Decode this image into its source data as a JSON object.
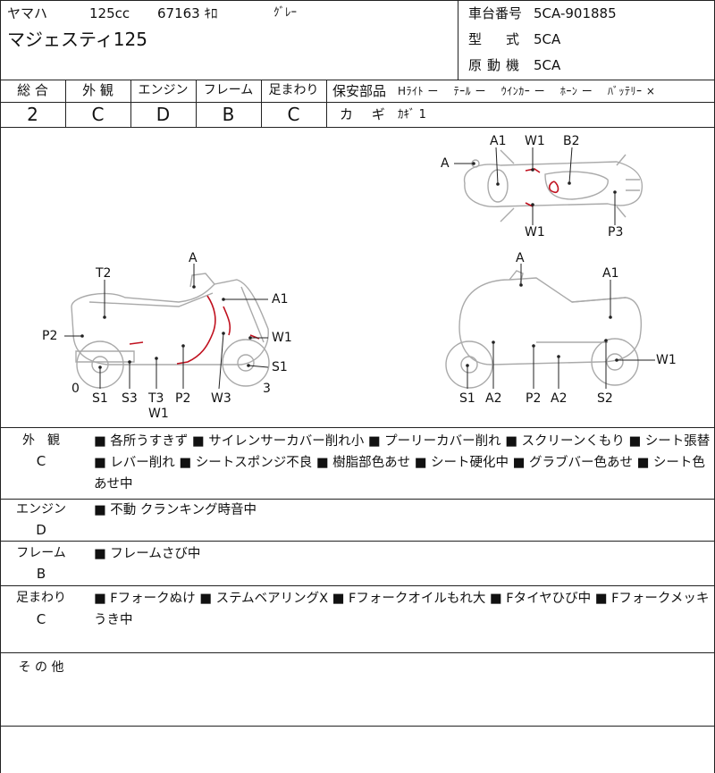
{
  "header": {
    "maker": "ヤマハ",
    "cc": "125cc",
    "mileage": "67163 ｷﾛ",
    "color": "ｸﾞﾚｰ",
    "model_name": "マジェスティ125",
    "frame_no_label": "車台番号",
    "frame_no": "5CA-901885",
    "type_label": "型　式",
    "type": "5CA",
    "engine_label": "原動機",
    "engine": "5CA"
  },
  "grades": {
    "overall_label": "総 合",
    "overall": "2",
    "exterior_label": "外 観",
    "exterior": "C",
    "engine_label": "エンジン",
    "engine": "D",
    "frame_label": "フレーム",
    "frame": "B",
    "suspension_label": "足まわり",
    "suspension": "C"
  },
  "safety": {
    "label": "保安部品",
    "items": "Hﾗｲﾄ ー　 ﾃｰﾙ ー　 ｳｲﾝｶｰ ー　 ﾎｰﾝ ー　 ﾊﾞｯﾃﾘｰ ×",
    "key_label": "カ ギ",
    "key_value": "ｶｷﾞ 1"
  },
  "diagram": {
    "top_view": {
      "A": "A",
      "A1": "A1",
      "W1_top": "W1",
      "B2": "B2",
      "W1_bottom": "W1",
      "P3": "P3"
    },
    "left_view": {
      "A": "A",
      "T2": "T2",
      "A1": "A1",
      "P2_left": "P2",
      "W1": "W1",
      "S1_right": "S1",
      "zero": "0",
      "three": "3",
      "S1": "S1",
      "S3": "S3",
      "T3": "T3",
      "P2": "P2",
      "W3": "W3",
      "W1_under": "W1"
    },
    "right_view": {
      "A": "A",
      "A1": "A1",
      "W1": "W1",
      "S1": "S1",
      "A2a": "A2",
      "P2": "P2",
      "A2b": "A2",
      "S2": "S2"
    }
  },
  "details": {
    "exterior": {
      "label": "外　観",
      "grade": "C",
      "text": "■ 各所うすきず ■ サイレンサーカバー削れ小 ■ プーリーカバー削れ ■ スクリーンくもり ■ シート張替 ■ レバー削れ ■ シートスポンジ不良 ■ 樹脂部色あせ ■ シート硬化中 ■ グラブバー色あせ ■ シート色あせ中"
    },
    "engine": {
      "label": "エンジン",
      "grade": "D",
      "text": "■ 不動 クランキング時音中"
    },
    "frame": {
      "label": "フレーム",
      "grade": "B",
      "text": "■ フレームさび中"
    },
    "suspension": {
      "label": "足まわり",
      "grade": "C",
      "text": "■ Fフォークぬけ ■ ステムベアリングX ■ Fフォークオイルもれ大 ■ Fタイヤひび中 ■ Fフォークメッキうき中"
    },
    "other": {
      "label": "そ の 他",
      "text": ""
    }
  }
}
